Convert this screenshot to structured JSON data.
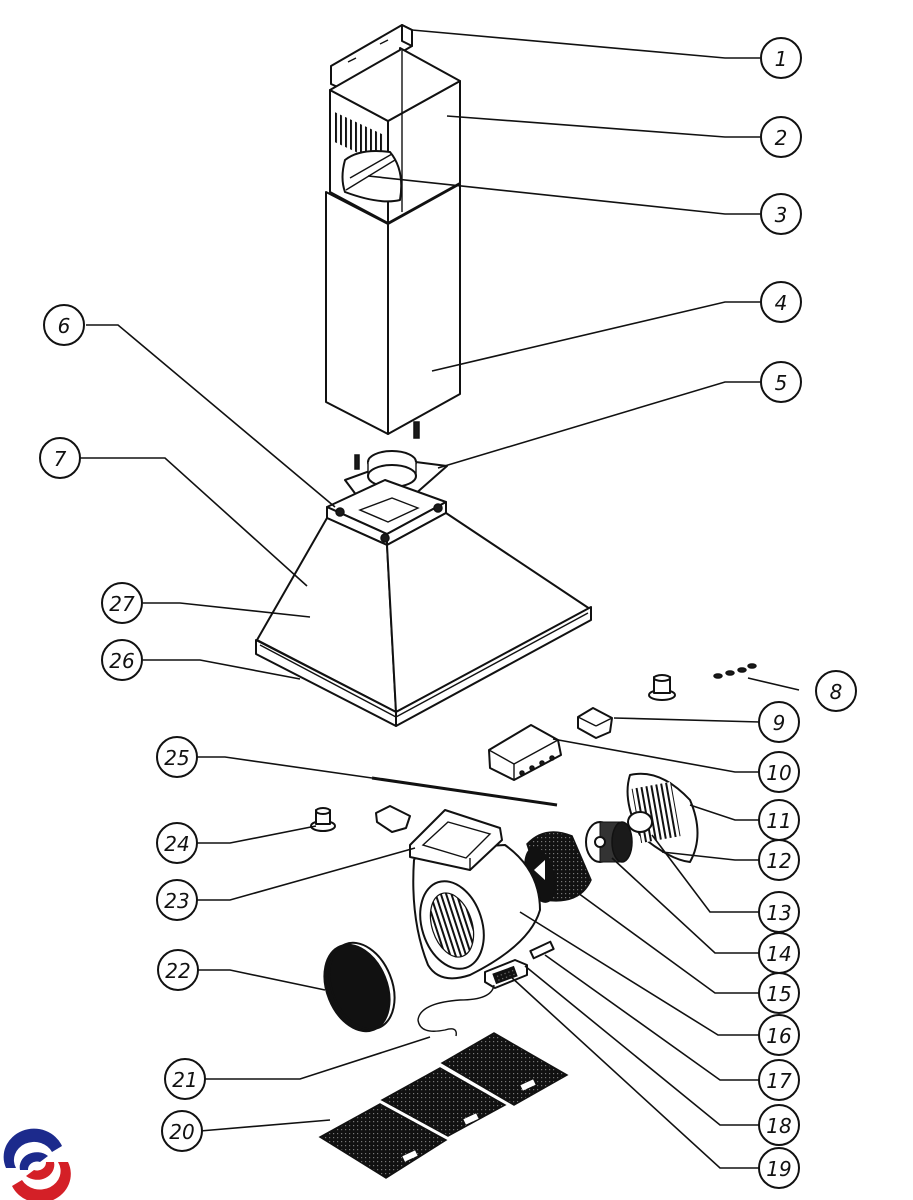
{
  "diagram": {
    "title": "Range hood exploded parts diagram",
    "callouts": [
      {
        "number": "1",
        "part": "mounting-bracket"
      },
      {
        "number": "2",
        "part": "upper-chimney"
      },
      {
        "number": "3",
        "part": "exhaust-duct"
      },
      {
        "number": "4",
        "part": "lower-chimney"
      },
      {
        "number": "5",
        "part": "exhaust-adapter"
      },
      {
        "number": "6",
        "part": "hood-top-plate"
      },
      {
        "number": "7",
        "part": "hood-body"
      },
      {
        "number": "8",
        "part": "screws"
      },
      {
        "number": "9",
        "part": "light-switch"
      },
      {
        "number": "10",
        "part": "control-panel"
      },
      {
        "number": "11",
        "part": "motor-bracket"
      },
      {
        "number": "12",
        "part": "bracket-screw"
      },
      {
        "number": "13",
        "part": "motor-mount"
      },
      {
        "number": "14",
        "part": "motor"
      },
      {
        "number": "15",
        "part": "blower-wheel"
      },
      {
        "number": "16",
        "part": "blower-housing"
      },
      {
        "number": "17",
        "part": "capacitor"
      },
      {
        "number": "18",
        "part": "terminal-block"
      },
      {
        "number": "19",
        "part": "junction-box"
      },
      {
        "number": "20",
        "part": "grease-filters"
      },
      {
        "number": "21",
        "part": "power-cord"
      },
      {
        "number": "22",
        "part": "carbon-filter"
      },
      {
        "number": "23",
        "part": "blower-outlet-flange"
      },
      {
        "number": "24",
        "part": "lamp-holder"
      },
      {
        "number": "25",
        "part": "wire-rod"
      },
      {
        "number": "26",
        "part": "hood-bottom-frame"
      },
      {
        "number": "27",
        "part": "hood-side-panel"
      }
    ]
  },
  "logo": {
    "name": "brand-logo",
    "colors": {
      "primary": "#1c2a8c",
      "secondary": "#d42027"
    }
  }
}
